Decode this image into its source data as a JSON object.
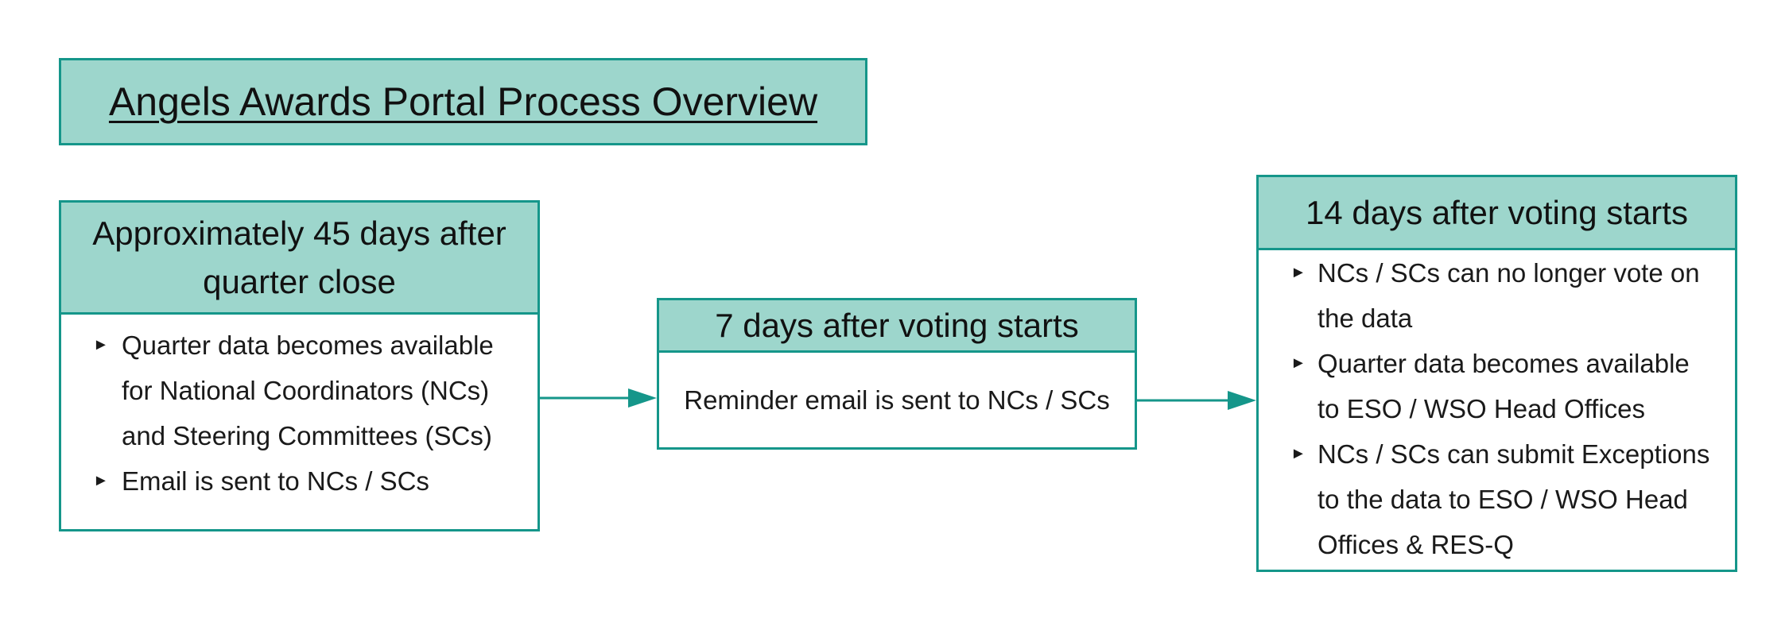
{
  "title": "Angels Awards Portal Process Overview",
  "colors": {
    "header_fill": "#9dd6cc",
    "border": "#15968a",
    "arrow": "#15968a"
  },
  "steps": [
    {
      "heading_line1": "Approximately 45 days after",
      "heading_line2": "quarter close",
      "bullets": [
        {
          "lines": [
            "Quarter data becomes available",
            "for National Coordinators (NCs)",
            "and Steering Committees (SCs)"
          ]
        },
        {
          "lines": [
            "Email is sent to NCs / SCs"
          ]
        }
      ]
    },
    {
      "heading": "7 days after voting starts",
      "text": "Reminder email is sent to NCs / SCs"
    },
    {
      "heading": "14 days after voting starts",
      "bullets": [
        {
          "lines": [
            "NCs / SCs can no longer vote on",
            "the data"
          ]
        },
        {
          "lines": [
            "Quarter data becomes available",
            "to ESO / WSO Head Offices"
          ]
        },
        {
          "lines": [
            "NCs / SCs can submit Exceptions",
            "to the data to ESO / WSO Head",
            "Offices & RES-Q"
          ]
        }
      ]
    }
  ],
  "bullet_icon": "triangle-right-icon"
}
